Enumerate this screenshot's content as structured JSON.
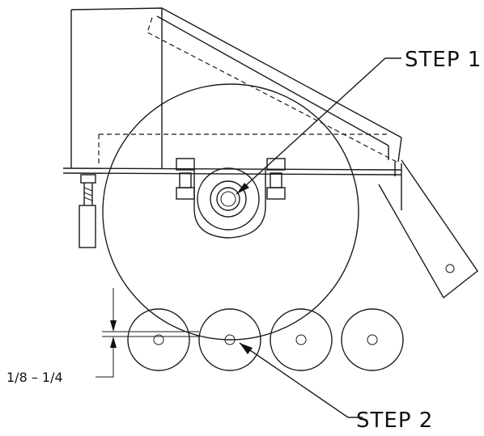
{
  "labels": {
    "step1": "STEP 1",
    "step2": "STEP 2",
    "dimension": "1/8 – 1/4"
  },
  "colors": {
    "line": "#1a1a1a",
    "background": "#ffffff"
  }
}
